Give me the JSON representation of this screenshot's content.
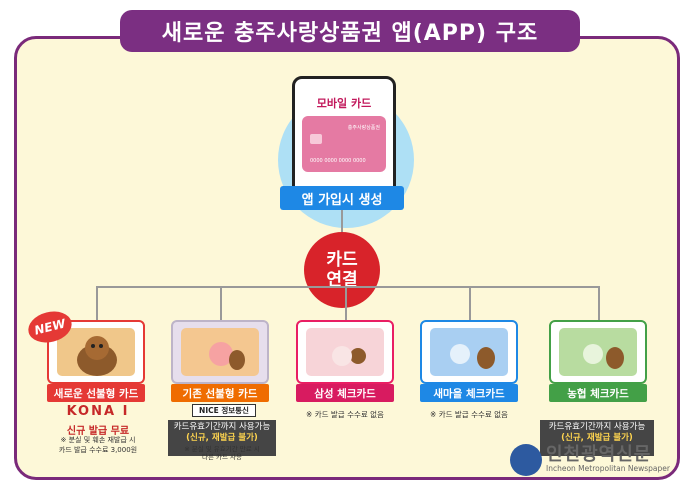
{
  "title": "새로운 충주사랑상품권 앱(APP) 구조",
  "mobile_card": {
    "label": "모바일 카드",
    "card_name": "충주사랑상품권",
    "card_number": "0000 0000 0000 0000"
  },
  "app_join": "앱 가입시 생성",
  "link": {
    "line1": "카드",
    "line2": "연결"
  },
  "new_badge": "NEW",
  "cards": [
    {
      "label": "새로운 선불형 카드",
      "color": "#e53935"
    },
    {
      "label": "기존 선불형 카드",
      "color": "#ef6c00"
    },
    {
      "label": "삼성 체크카드",
      "color": "#d81b60"
    },
    {
      "label": "새마을 체크카드",
      "color": "#1e88e5"
    },
    {
      "label": "농협 체크카드",
      "color": "#43a047"
    }
  ],
  "kona": "KONA I",
  "new_issue_free": "신규 발급 무료",
  "lost_note": {
    "line1": "※ 분실 및 훼손 재발급 시",
    "line2": "카드 발급 수수료 3,000원"
  },
  "nice": "NICE 정보통신",
  "use_until": "카드유효기간까지 사용가능",
  "no_reissue": "(신규, 재발급 불가)",
  "existing_note": {
    "line1": "※ 분실 및 유효기간 만료 시",
    "line2": "다른 카드 사용"
  },
  "no_fee": "※ 카드 발급 수수료 없음",
  "watermark": {
    "title": "인천광역신문",
    "sub": "Incheon Metropolitan Newspaper"
  }
}
